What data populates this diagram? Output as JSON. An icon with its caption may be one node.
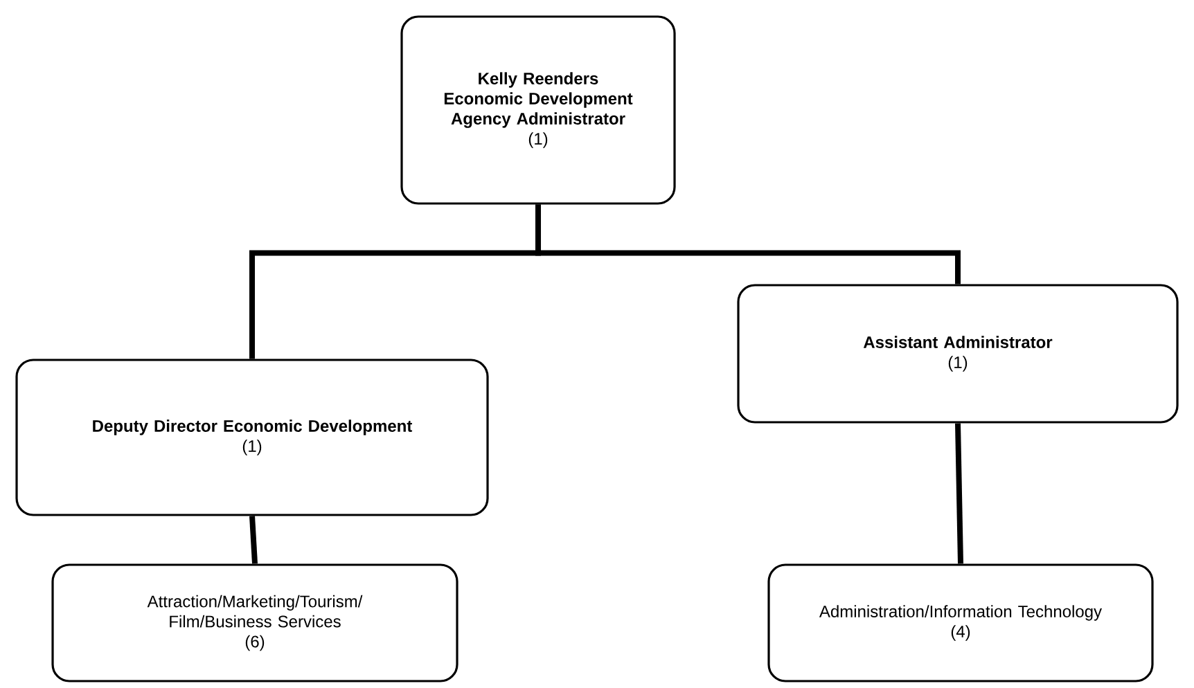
{
  "diagram": {
    "nodes": [
      {
        "text": [
          "Kelly Reenders Economic Development Agency Administrator",
          "(1)"
        ]
      },
      {
        "text": [
          "Deputy Director Economic Development",
          "(1)"
        ]
      },
      {
        "text": [
          "Assistant Administrator",
          "(1)"
        ]
      },
      {
        "text": [
          "Attraction/Marketing/Tourism/ Film/Business Services",
          "(6)"
        ]
      },
      {
        "text": [
          "Administration/Information Technology",
          "(4)"
        ]
      }
    ],
    "edges": [
      {
        "from": 0,
        "to": 1,
        "arrow": "none"
      },
      {
        "from": 0,
        "to": 2,
        "arrow": "none"
      },
      {
        "from": 1,
        "to": 3,
        "arrow": "none"
      },
      {
        "from": 2,
        "to": 4,
        "arrow": "none"
      }
    ]
  }
}
